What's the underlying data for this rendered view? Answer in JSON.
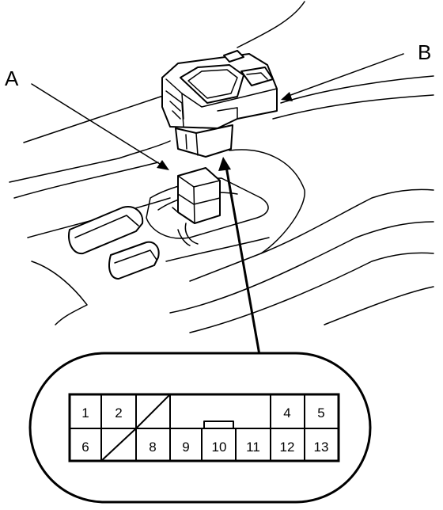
{
  "callouts": {
    "a": "A",
    "b": "B"
  },
  "connector": {
    "row1": [
      "1",
      "2",
      "",
      "",
      "4",
      "5"
    ],
    "row2": [
      "6",
      "",
      "8",
      "9",
      "10",
      "11",
      "12",
      "13"
    ]
  }
}
